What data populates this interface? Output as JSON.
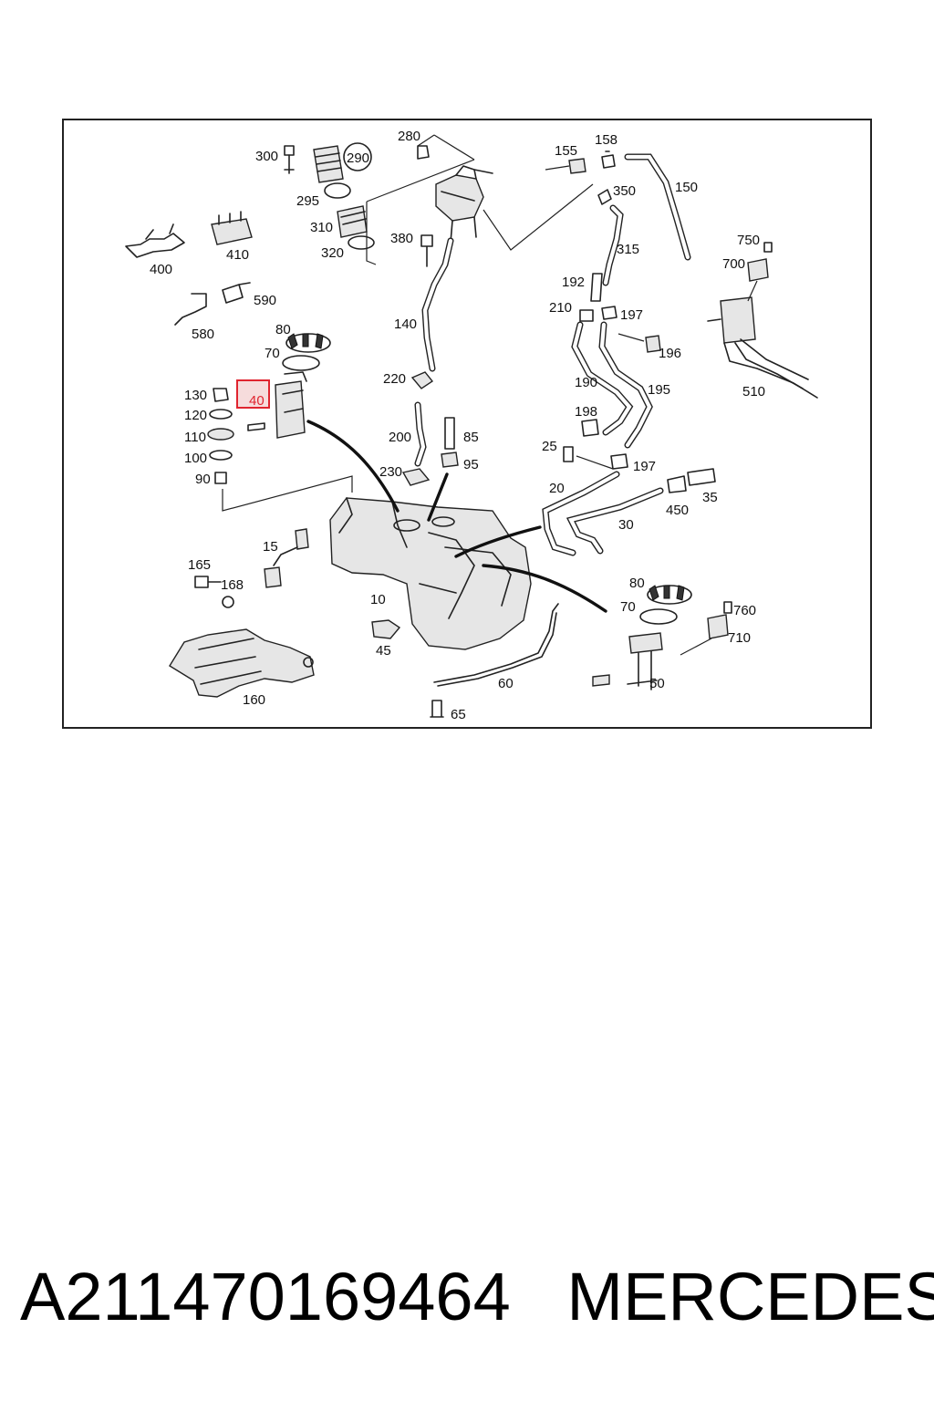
{
  "caption": {
    "part_number": "A211470169464",
    "brand": "MERCEDES"
  },
  "highlight_color": "#e0242f",
  "callouts": {
    "c300": "300",
    "c290": "290",
    "c295": "295",
    "c310": "310",
    "c320": "320",
    "c280": "280",
    "c380": "380",
    "c155": "155",
    "c158": "158",
    "c350": "350",
    "c150": "150",
    "c315": "315",
    "c750": "750",
    "c700": "700",
    "c400": "400",
    "c410": "410",
    "c590": "590",
    "c580": "580",
    "c80a": "80",
    "c70a": "70",
    "c140": "140",
    "c192": "192",
    "c210": "210",
    "c197a": "197",
    "c196": "196",
    "c130": "130",
    "c40": "40",
    "c120": "120",
    "c110": "110",
    "c100": "100",
    "c90": "90",
    "c220": "220",
    "c190": "190",
    "c195": "195",
    "c510": "510",
    "c198": "198",
    "c200": "200",
    "c85": "85",
    "c95": "95",
    "c25": "25",
    "c197b": "197",
    "c230": "230",
    "c20": "20",
    "c450": "450",
    "c35": "35",
    "c30": "30",
    "c15": "15",
    "c165": "165",
    "c168": "168",
    "c10": "10",
    "c80b": "80",
    "c70b": "70",
    "c760": "760",
    "c710": "710",
    "c45": "45",
    "c60": "60",
    "c50": "50",
    "c160": "160",
    "c65": "65"
  }
}
